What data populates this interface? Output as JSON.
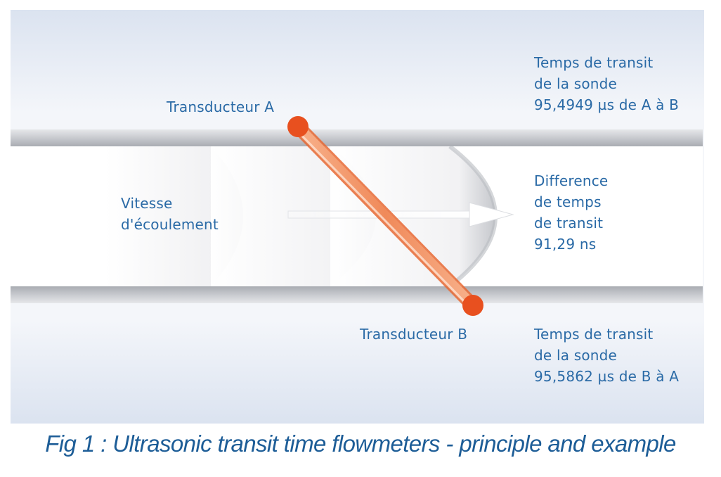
{
  "labels": {
    "transducer_a": "Transducteur A",
    "transducer_b": "Transducteur B",
    "flow_velocity": [
      "Vitesse",
      "d'écoulement"
    ],
    "transit_a_to_b": [
      "Temps de transit",
      "de la sonde",
      "95,4949 µs de A à B"
    ],
    "transit_difference": [
      "Difference",
      "de temps",
      "de transit",
      "91,29 ns"
    ],
    "transit_b_to_a": [
      "Temps de transit",
      "de la sonde",
      "95,5862 µs de B à A"
    ]
  },
  "caption": "Fig 1 : Ultrasonic transit time flowmeters - principle and example",
  "colors": {
    "text": "#2a6aa6",
    "caption": "#1d5d97",
    "beam": "#f08a5a",
    "transducer": "#e8501f",
    "pipe_wall": "#c4c6cb",
    "background_gradient_top": "#f5f7fb",
    "background_gradient_bottom": "#dde6f3"
  }
}
